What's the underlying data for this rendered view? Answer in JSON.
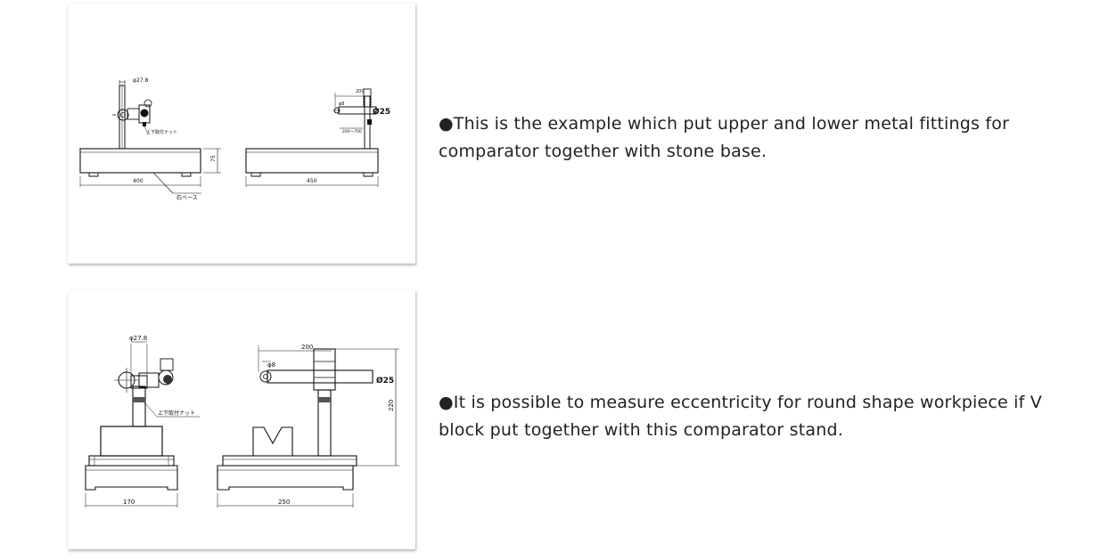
{
  "items": [
    {
      "description": "●This is the example which put upper and lower metal fittings for comparator together with stone base.",
      "drawing": {
        "labels": {
          "dim_top": "φ27.8",
          "fitting": "上下取付ナット",
          "height": "75",
          "width_left": "400",
          "width_right": "450",
          "base": "石ベース",
          "small_dim": "φ8",
          "arm": "200",
          "bar": "Ø25",
          "stroke": "200～700"
        }
      }
    },
    {
      "description": "●It is possible to measure eccentricity for round shape workpiece if V block put together with this comparator stand.",
      "drawing": {
        "labels": {
          "dim_top": "φ27.8",
          "fitting": "上下取付ナット",
          "small_dim": "φ8",
          "arm": "200",
          "bar": "Ø25",
          "height": "220",
          "width_left": "170",
          "width_right": "250"
        }
      }
    }
  ]
}
